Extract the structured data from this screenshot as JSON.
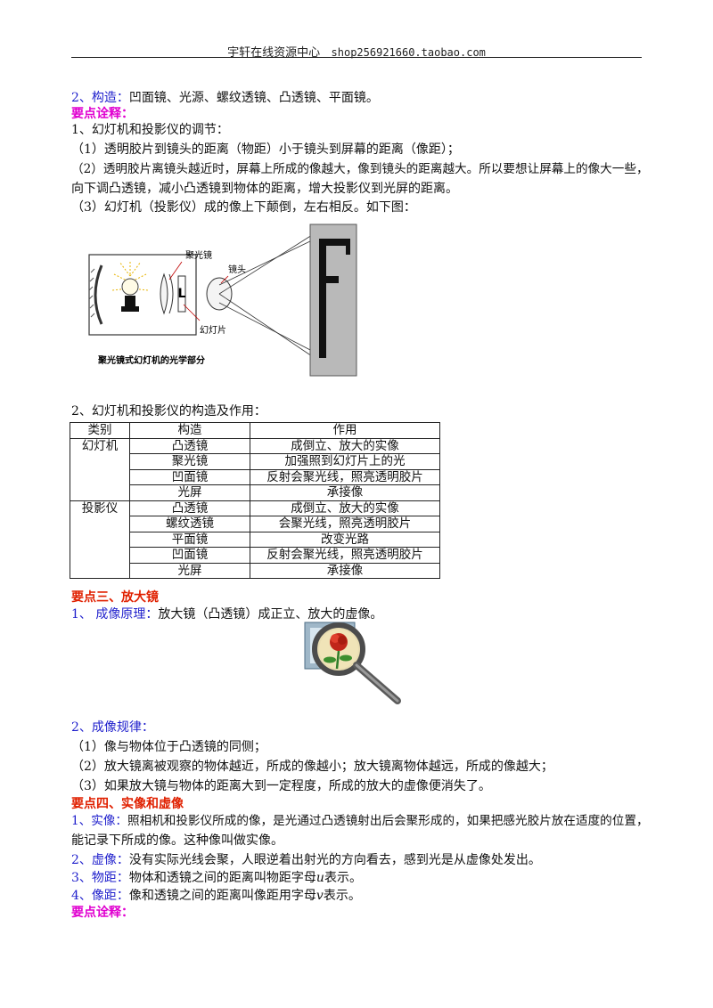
{
  "header": {
    "title": "宇轩在线资源中心",
    "shop": "shop256921660.taobao.com"
  },
  "sec_construct": {
    "label": "2、构造：",
    "text": "凹面镜、光源、螺纹透镜、凸透镜、平面镜。"
  },
  "key_points_1": "要点诠释：",
  "adjust": {
    "title": "1、幻灯机和投影仪的调节：",
    "p1": "（1）透明胶片到镜头的距离（物距）小于镜头到屏幕的距离（像距）；",
    "p2a": "（2）透明胶片离镜头越近时，屏幕上所成的像越大，像到镜头的距离越大。所以要想让屏幕上的像大一些，",
    "p2b": "向下调凸透镜，减小凸透镜到物体的距离，增大投影仪到光屏的距离。",
    "p3": "（3）幻灯机（投影仪）成的像上下颠倒，左右相反。如下图："
  },
  "figure": {
    "label_condenser": "聚光镜",
    "label_lens": "镜头",
    "label_slide": "幻灯片",
    "caption": "聚光镜式幻灯机的光学部分",
    "screen_letter": "F"
  },
  "table": {
    "title": "2、幻灯机和投影仪的构造及作用：",
    "headers": [
      "类别",
      "构造",
      "作用"
    ],
    "groups": [
      {
        "category": "幻灯机",
        "rows": [
          [
            "凸透镜",
            "成倒立、放大的实像"
          ],
          [
            "聚光镜",
            "加强照到幻灯片上的光"
          ],
          [
            "凹面镜",
            "反射会聚光线，照亮透明胶片"
          ],
          [
            "光屏",
            "承接像"
          ]
        ]
      },
      {
        "category": "投影仪",
        "rows": [
          [
            "凸透镜",
            "成倒立、放大的实像"
          ],
          [
            "螺纹透镜",
            "会聚光线，照亮透明胶片"
          ],
          [
            "平面镜",
            "改变光路"
          ],
          [
            "凹面镜",
            "反射会聚光线，照亮透明胶片"
          ],
          [
            "光屏",
            "承接像"
          ]
        ]
      }
    ]
  },
  "sec3": {
    "title": "要点三、放大镜",
    "principle_label": "1、 成像原理：",
    "principle_text": "放大镜（凸透镜）成正立、放大的虚像。",
    "rules_label": "2、成像规律：",
    "r1": "（1）像与物体位于凸透镜的同侧；",
    "r2": "（2）放大镜离被观察的物体越近，所成的像越小；放大镜离物体越远，所成的像越大；",
    "r3": "（3）如果放大镜与物体的距离大到一定程度，所成的放大的虚像便消失了。"
  },
  "sec4": {
    "title": "要点四、实像和虚像",
    "real_label": "1、实像：",
    "real_text_a": "照相机和投影仪所成的像，是光通过凸透镜射出后会聚形成的，如果把感光胶片放在适度的位置，",
    "real_text_b": "能记录下所成的像。这种像叫做实像。",
    "virtual_label": "2、虚像：",
    "virtual_text": "没有实际光线会聚，人眼逆着出射光的方向看去，感到光是从虚像处发出。",
    "object_label": "3、物距：",
    "object_text": "物体和透镜之间的距离叫物距字母",
    "object_symbol": "u",
    "object_suffix": "表示。",
    "image_label": "4、像距：",
    "image_text": "像和透镜之间的距离叫像距用字母",
    "image_symbol": "v",
    "image_suffix": "表示。",
    "key_points_2": "要点诠释："
  }
}
